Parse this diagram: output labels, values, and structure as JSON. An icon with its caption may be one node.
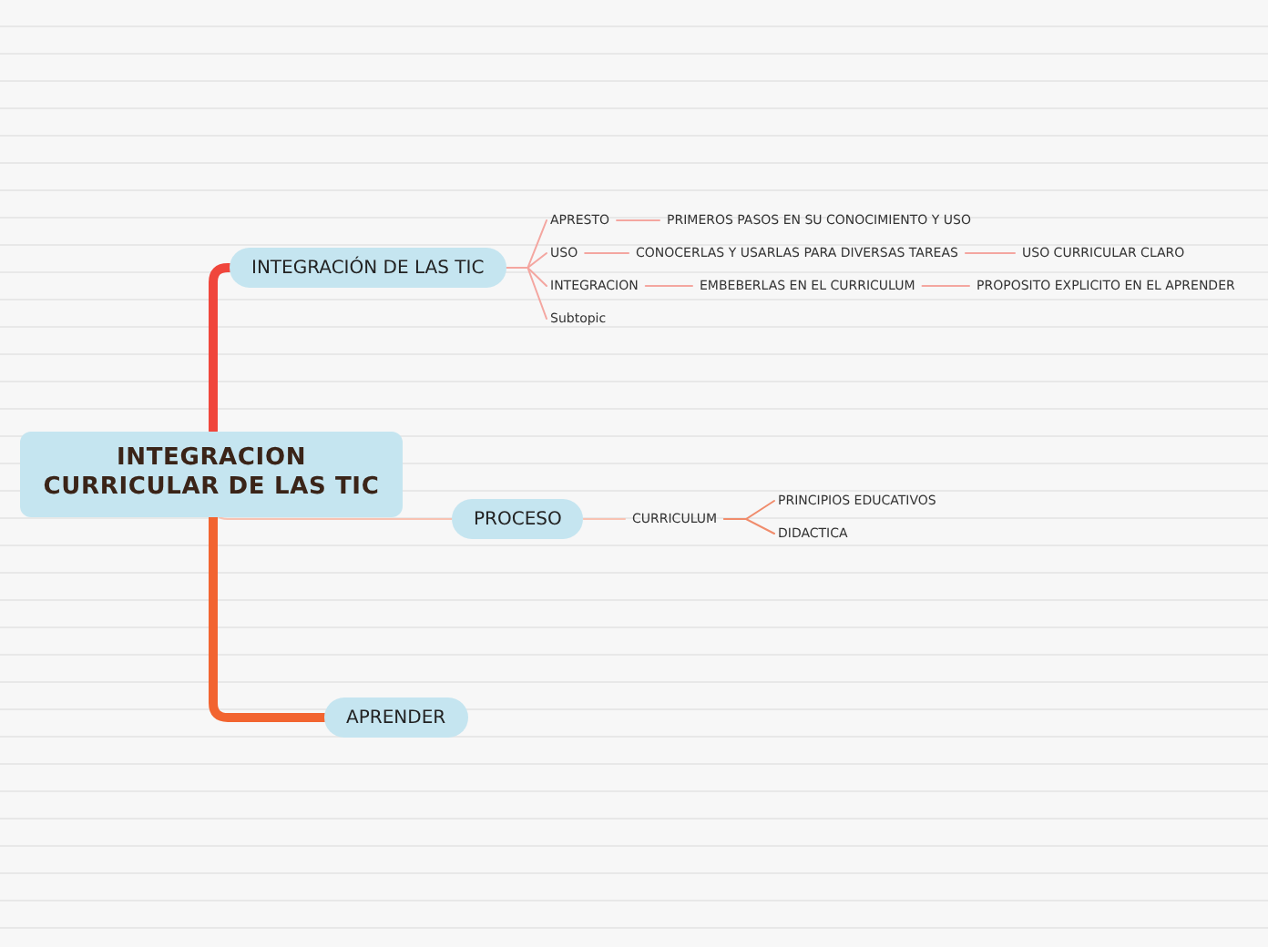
{
  "diagram": {
    "nodes": [
      {
        "text": [
          "INTEGRACION CURRICULAR DE LAS TIC"
        ]
      },
      {
        "text": [
          "INTEGRACIÓN DE LAS TIC"
        ]
      },
      {
        "text": [
          "APRESTO"
        ]
      },
      {
        "text": [
          "PRIMEROS PASOS EN SU CONOCIMIENTO Y USO"
        ]
      },
      {
        "text": [
          "USO"
        ]
      },
      {
        "text": [
          "CONOCERLAS Y USARLAS PARA DIVERSAS TAREAS"
        ]
      },
      {
        "text": [
          "USO CURRICULAR CLARO"
        ]
      },
      {
        "text": [
          "INTEGRACION"
        ]
      },
      {
        "text": [
          "EMBEBERLAS EN EL CURRICULUM"
        ]
      },
      {
        "text": [
          "PROPOSITO EXPLICITO EN EL APRENDER"
        ]
      },
      {
        "text": [
          "Subtopic"
        ]
      },
      {
        "text": [
          "PROCESO"
        ]
      },
      {
        "text": [
          "CURRICULUM"
        ]
      },
      {
        "text": [
          "PRINCIPIOS EDUCATIVOS"
        ]
      },
      {
        "text": [
          "DIDACTICA"
        ]
      },
      {
        "text": [
          "APRENDER"
        ]
      }
    ],
    "edges": [
      {
        "from": 0,
        "to": 1,
        "arrow": "none",
        "style": "thick",
        "color": "#f0463c"
      },
      {
        "from": 1,
        "to": 2,
        "arrow": "none"
      },
      {
        "from": 2,
        "to": 3,
        "arrow": "none"
      },
      {
        "from": 1,
        "to": 4,
        "arrow": "none"
      },
      {
        "from": 4,
        "to": 5,
        "arrow": "none"
      },
      {
        "from": 5,
        "to": 6,
        "arrow": "none"
      },
      {
        "from": 1,
        "to": 7,
        "arrow": "none"
      },
      {
        "from": 7,
        "to": 8,
        "arrow": "none"
      },
      {
        "from": 8,
        "to": 9,
        "arrow": "none"
      },
      {
        "from": 1,
        "to": 10,
        "arrow": "none"
      },
      {
        "from": 0,
        "to": 11,
        "arrow": "none",
        "color": "#f8c2b2"
      },
      {
        "from": 11,
        "to": 12,
        "arrow": "none",
        "color": "#f8c2b2"
      },
      {
        "from": 12,
        "to": 13,
        "arrow": "none",
        "color": "#f08c6c"
      },
      {
        "from": 12,
        "to": 14,
        "arrow": "none",
        "color": "#f08c6c"
      },
      {
        "from": 0,
        "to": 15,
        "arrow": "none",
        "style": "thick",
        "color": "#f26430"
      }
    ]
  }
}
